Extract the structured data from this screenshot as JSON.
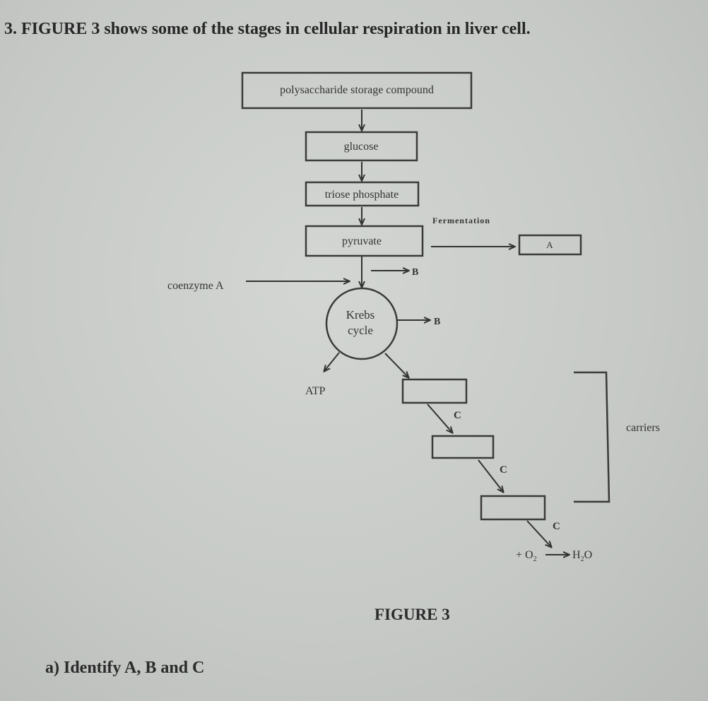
{
  "question": {
    "number": "3.",
    "title": "FIGURE 3 shows some of the stages in cellular respiration in liver cell."
  },
  "diagram": {
    "nodes": {
      "polysaccharide": "polysaccharide storage compound",
      "glucose": "glucose",
      "triose_phosphate": "triose phosphate",
      "pyruvate": "pyruvate",
      "krebs_line1": "Krebs",
      "krebs_line2": "cycle",
      "A": "A"
    },
    "labels": {
      "fermentation": "Fermentation",
      "coenzyme_a": "coenzyme A",
      "b1": "B",
      "b2": "B",
      "atp": "ATP",
      "c1": "C",
      "c2": "C",
      "c3": "C",
      "carriers": "carriers",
      "o2_plus": "+ O",
      "o2_sub": "2",
      "h2o_h": "H",
      "h2o_sub": "2",
      "h2o_o": "O"
    }
  },
  "caption": "FIGURE 3",
  "sub_question": "a)  Identify A, B and C"
}
